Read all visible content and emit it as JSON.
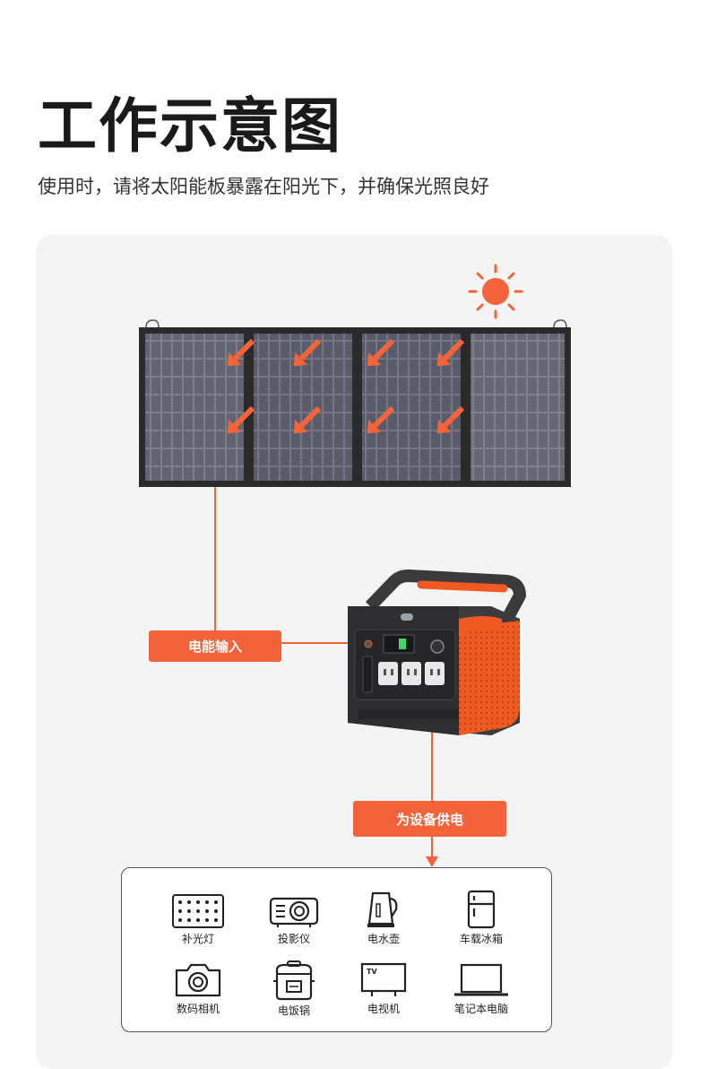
{
  "header": {
    "title": "工作示意图",
    "subtitle": "使用时，请将太阳能板暴露在阳光下，并确保光照良好"
  },
  "diagram": {
    "input_label": "电能输入",
    "output_label": "为设备供电"
  },
  "devices": [
    {
      "label": "补光灯",
      "icon": "led-panel-icon"
    },
    {
      "label": "投影仪",
      "icon": "projector-icon"
    },
    {
      "label": "电水壶",
      "icon": "kettle-icon"
    },
    {
      "label": "车载冰箱",
      "icon": "fridge-icon"
    },
    {
      "label": "数码相机",
      "icon": "camera-icon"
    },
    {
      "label": "电饭锅",
      "icon": "rice-cooker-icon"
    },
    {
      "label": "电视机",
      "icon": "tv-icon"
    },
    {
      "label": "笔记本电脑",
      "icon": "laptop-icon"
    }
  ],
  "colors": {
    "accent": "#f5633a",
    "panel_bg": "#f4f4f4",
    "solar_cell": "#4a4a55",
    "station_orange": "#f05a22"
  }
}
